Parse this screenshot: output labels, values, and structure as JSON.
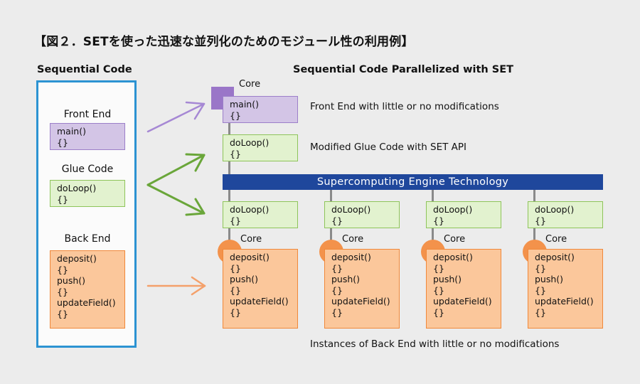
{
  "title": "【図２．SETを使った迅速な並列化のためのモジュール性の利用例】",
  "left": {
    "heading": "Sequential Code",
    "front_end": {
      "label": "Front End",
      "lines": [
        "main()",
        "{}"
      ]
    },
    "glue_code": {
      "label": "Glue Code",
      "lines": [
        "doLoop()",
        "{}"
      ]
    },
    "back_end": {
      "label": "Back End",
      "lines": [
        "deposit()",
        "{}",
        "push()",
        "{}",
        "updateField()",
        "{}"
      ]
    }
  },
  "right": {
    "heading": "Sequential Code Parallelized with SET",
    "core_label": "Core",
    "front_box_lines": [
      "main()",
      "{}"
    ],
    "front_caption": "Front End with little or no modifications",
    "glue_box_lines": [
      "doLoop()",
      "{}"
    ],
    "glue_caption": "Modified Glue Code with SET API",
    "set_bar_label": "Supercomputing Engine Technology",
    "instances": [
      {
        "core_label": "Core",
        "loop_lines": [
          "doLoop()",
          "{}"
        ],
        "back_lines": [
          "deposit()",
          "{}",
          "push()",
          "{}",
          "updateField()",
          "{}"
        ]
      },
      {
        "core_label": "Core",
        "loop_lines": [
          "doLoop()",
          "{}"
        ],
        "back_lines": [
          "deposit()",
          "{}",
          "push()",
          "{}",
          "updateField()",
          "{}"
        ]
      },
      {
        "core_label": "Core",
        "loop_lines": [
          "doLoop()",
          "{}"
        ],
        "back_lines": [
          "deposit()",
          "{}",
          "push()",
          "{}",
          "updateField()",
          "{}"
        ]
      },
      {
        "core_label": "Core",
        "loop_lines": [
          "doLoop()",
          "{}"
        ],
        "back_lines": [
          "deposit()",
          "{}",
          "push()",
          "{}",
          "updateField()",
          "{}"
        ]
      }
    ],
    "back_caption": "Instances of Back End with little or no modifications"
  },
  "colors": {
    "frame_blue": "#2c93d2",
    "set_bar": "#1f479c",
    "purple_fill": "#d3c5e6",
    "green_fill": "#e2f2cf",
    "orange_fill": "#fbc79b",
    "purple_arrow": "#a688d4",
    "green_arrow": "#6aa63a",
    "orange_arrow": "#f4a06a"
  }
}
